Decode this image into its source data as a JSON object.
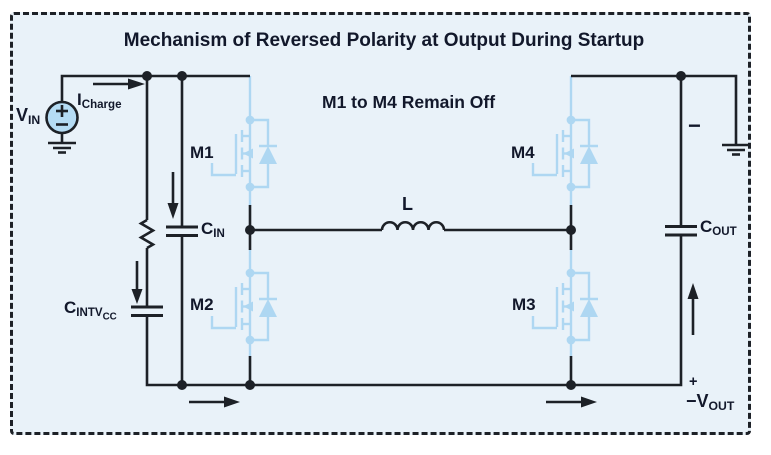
{
  "title": "Mechanism of Reversed Polarity at Output During Startup",
  "annotation": "M1 to M4 Remain Off",
  "colors": {
    "canvas_background": "#e9f2f9",
    "wire_and_text_dark": "#1d2127",
    "label_text": "#12182b",
    "mosfet_blue": "#aed7f2",
    "source_fill_blue": "#b5dcf4"
  },
  "labels": {
    "vin": {
      "base": "V",
      "sub": "IN"
    },
    "icharge": {
      "base": "I",
      "sub": "Charge"
    },
    "mosfets": [
      "M1",
      "M2",
      "M3",
      "M4"
    ],
    "cin": {
      "base": "C",
      "sub": "IN"
    },
    "cintvcc": {
      "base": "C",
      "sub": "INTV",
      "subsub": "CC"
    },
    "cout": {
      "base": "C",
      "sub": "OUT"
    },
    "inductor": "L",
    "output": {
      "minus_terminal": "−",
      "plus_terminal": "+",
      "vout_base": "−V",
      "vout_sub": "OUT"
    }
  }
}
